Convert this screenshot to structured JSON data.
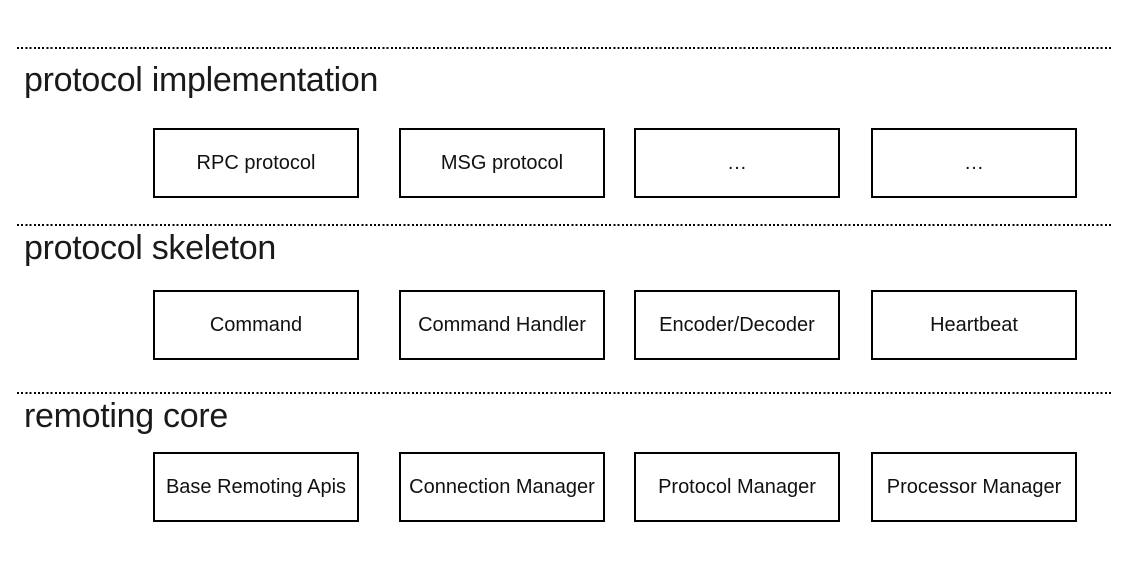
{
  "diagram": {
    "layers": [
      {
        "title": "protocol implementation",
        "boxes": [
          "RPC protocol",
          "MSG protocol",
          "…",
          "…"
        ]
      },
      {
        "title": "protocol skeleton",
        "boxes": [
          "Command",
          "Command Handler",
          "Encoder/Decoder",
          "Heartbeat"
        ]
      },
      {
        "title": "remoting core",
        "boxes": [
          "Base Remoting Apis",
          "Connection Manager",
          "Protocol Manager",
          "Processor Manager"
        ]
      }
    ],
    "colors": {
      "background": "#ffffff",
      "box_border": "#000000",
      "divider": "#000000",
      "text": "#1a1a1a"
    }
  }
}
